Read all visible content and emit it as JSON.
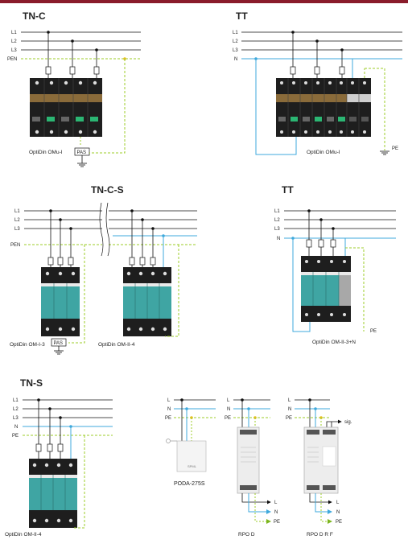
{
  "colors": {
    "accent_bar": "#8a1c2b",
    "pe_dashed": "#9ccc2a",
    "neutral_blue": "#3fa9dc",
    "module_dark": "#1e1e1e",
    "module_teal": "#3fa5a3"
  },
  "tnc": {
    "title": "TN-C",
    "lines": [
      "L1",
      "L2",
      "L3",
      "PEN"
    ],
    "device": "OptiDin OMu-I",
    "pas": "PAS"
  },
  "tt_top": {
    "title": "TT",
    "lines": [
      "L1",
      "L2",
      "L3",
      "N"
    ],
    "device": "OptiDin OMu-I",
    "pe": "PE"
  },
  "tncs": {
    "title": "TN-C-S",
    "lines": [
      "L1",
      "L2",
      "L3",
      "PEN"
    ],
    "device_left": "OptiDin OM-I-3",
    "device_right": "OptiDin OM-II-4",
    "pas": "PAS"
  },
  "tt_mid": {
    "title": "TT",
    "lines": [
      "L1",
      "L2",
      "L3",
      "N"
    ],
    "device": "OptiDin OM-II-3+N",
    "pe": "PE"
  },
  "tns": {
    "title": "TN-S",
    "lines": [
      "L1",
      "L2",
      "L3",
      "N",
      "PE"
    ],
    "device": "OptiDin OM-II-4"
  },
  "poda": {
    "lines": [
      "L",
      "N",
      "PE"
    ],
    "device": "PODA-275S",
    "plate": "SPML"
  },
  "rpod": {
    "lines": [
      "L",
      "N",
      "PE"
    ],
    "out": [
      "L",
      "N",
      "PE"
    ],
    "device": "RPO D"
  },
  "rpodrf": {
    "lines": [
      "L",
      "N",
      "PE"
    ],
    "out": [
      "L",
      "N",
      "PE"
    ],
    "sig": "sig.",
    "device": "RPO D R F"
  }
}
